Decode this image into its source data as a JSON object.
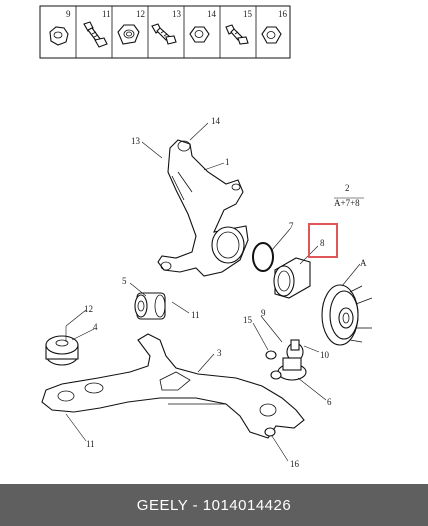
{
  "header_parts": [
    "9",
    "11",
    "12",
    "13",
    "14",
    "15",
    "16"
  ],
  "callouts": {
    "p1": "1",
    "p2": "2",
    "p3": "3",
    "p4": "4",
    "p5": "5",
    "p6": "6",
    "p7": "7",
    "p8": "8",
    "p9": "9",
    "p10": "10",
    "p11a": "11",
    "p11b": "11",
    "p12": "12",
    "p13": "13",
    "p14": "14",
    "p15": "15",
    "p16": "16",
    "pA": "A"
  },
  "formula": "A+7+8",
  "highlight_color": "#e05555",
  "footer": {
    "text": "GEELY - 1014014426"
  }
}
